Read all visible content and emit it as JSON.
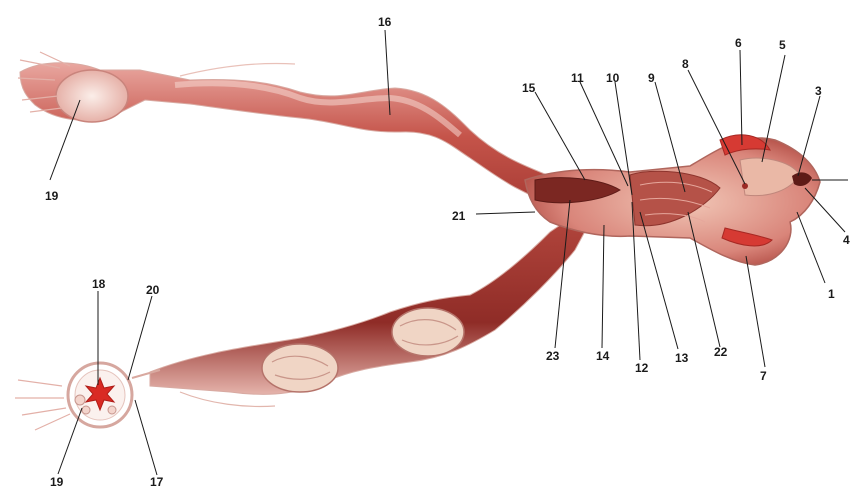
{
  "figure": {
    "labels": [
      "1",
      "3",
      "4",
      "5",
      "6",
      "7",
      "8",
      "9",
      "10",
      "11",
      "12",
      "13",
      "14",
      "15",
      "16",
      "17",
      "18",
      "19",
      "19",
      "20",
      "21",
      "22",
      "23"
    ]
  }
}
